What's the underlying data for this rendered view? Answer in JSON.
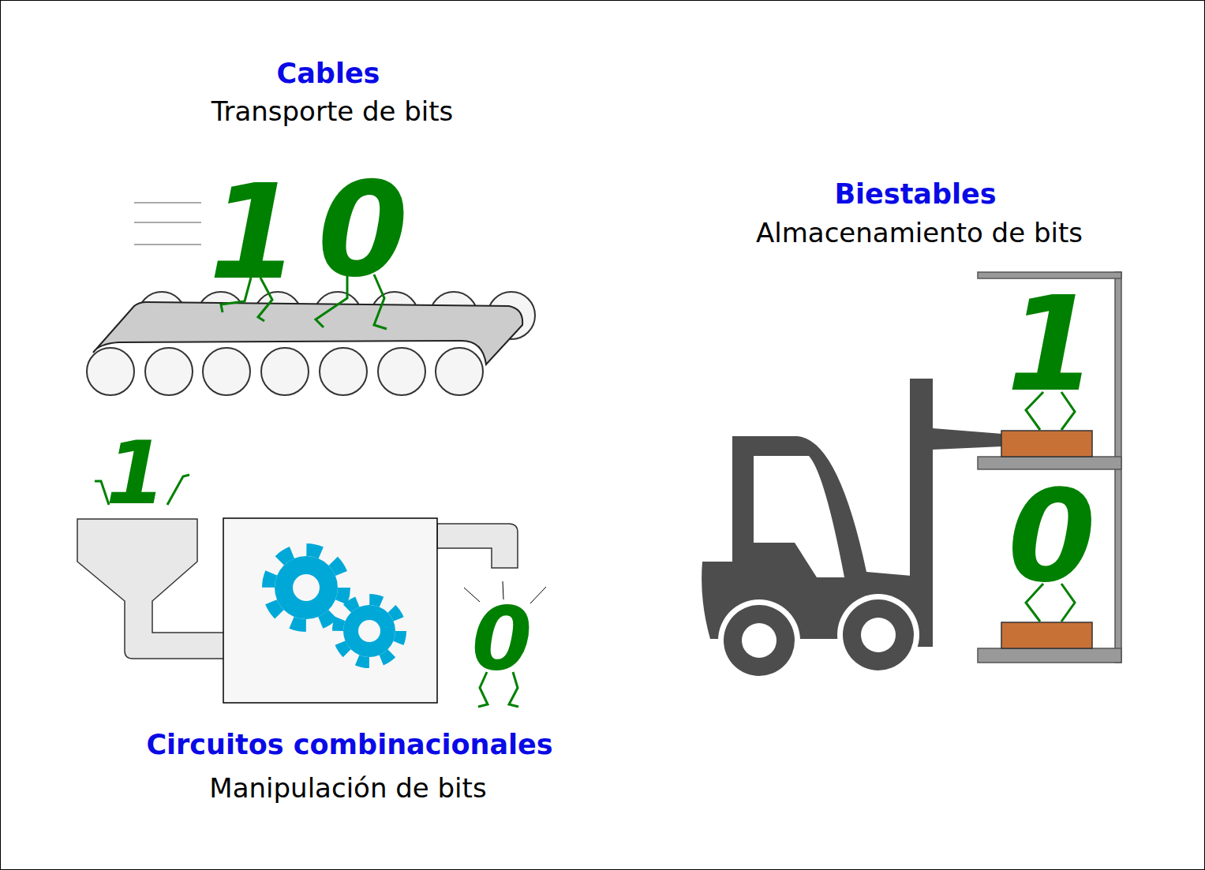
{
  "diagram": {
    "labels": [
      "Cables",
      "Transporte de bits",
      "1",
      "0",
      "Biestables",
      "Almacenamiento de bits",
      "1",
      "0",
      "1",
      "0",
      "Circuitos combinacionales",
      "Manipulación de bits"
    ]
  }
}
